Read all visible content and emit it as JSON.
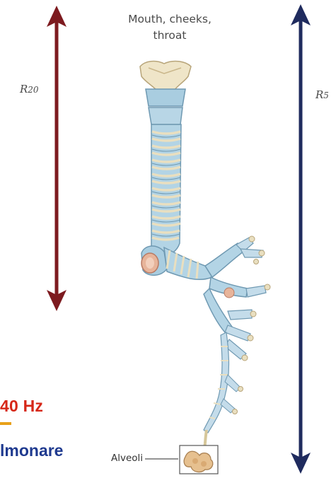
{
  "labels": {
    "airway_top": "Mouth, cheeks,\nthroat",
    "r20": "R20",
    "r20_main": "R",
    "r20_sub": "20",
    "r5_main": "R",
    "r5_sub": "5",
    "frequency": "40 Hz",
    "resistance": "lmonare",
    "alveoli": "Alveoli"
  },
  "colors": {
    "r20_arrow": "#7d1a1f",
    "r5_arrow": "#1f2b5e",
    "frequency_text": "#d62718",
    "resistance_text": "#1f3a8f",
    "airway": "#a9cde0",
    "cartilage": "#e9dfc0"
  }
}
